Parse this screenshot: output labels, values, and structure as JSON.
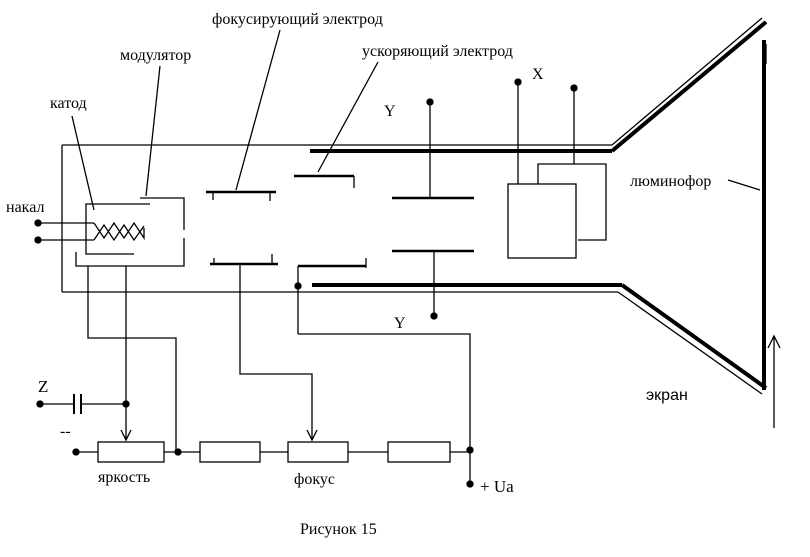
{
  "labels": {
    "focusing_electrode": "фокусирующий электрод",
    "modulator": "модулятор",
    "accelerating_electrode": "ускоряющий электрод",
    "cathode": "катод",
    "heater": "накал",
    "y_top": "Y",
    "y_bottom": "Y",
    "x": "X",
    "phosphor": "люминофор",
    "screen": "экран",
    "z": "Z",
    "minus": "--",
    "brightness": "яркость",
    "focus": "фокус",
    "anode_voltage": "+ Ua",
    "caption": "Рисунок 15"
  },
  "colors": {
    "ink": "#000000",
    "background": "#ffffff"
  }
}
